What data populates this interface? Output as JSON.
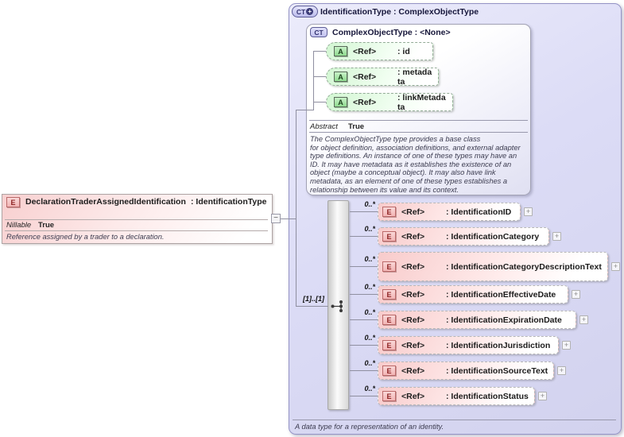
{
  "ui": {
    "expand": "+",
    "collapse": "−"
  },
  "colors": {
    "element_fill": "#f8cbcb",
    "attribute_fill": "#d2f6d2",
    "complex_type_fill": "#dcdcf6",
    "line": "#8f8fa0"
  },
  "left_element": {
    "badge": "E",
    "name": "DeclarationTraderAssignedIdentification",
    "type": ": IdentificationType",
    "nillable_label": "Nillable",
    "nillable_value": "True",
    "description": "Reference assigned by a trader to a declaration."
  },
  "outer_type": {
    "badge": "CT",
    "badge_plus": "+",
    "title": "IdentificationType : ComplexObjectType",
    "footer": "A data type for a representation of an identity."
  },
  "base_type": {
    "badge": "CT",
    "title": "ComplexObjectType : <None>",
    "attributes": [
      {
        "badge": "A",
        "ref": "<Ref>",
        "name": ": id"
      },
      {
        "badge": "A",
        "ref": "<Ref>",
        "name": ": metadata"
      },
      {
        "badge": "A",
        "ref": "<Ref>",
        "name": ": linkMetadata"
      }
    ],
    "abstract_label": "Abstract",
    "abstract_value": "True",
    "description": "The ComplexObjectType type provides a base class\nfor object definition, association definitions, and external adapter type definitions. An instance of one of these types may have an ID. It may have metadata as it establishes the existence of an object (maybe a conceptual object). It may also have link metadata, as an element of one of these types establishes a relationship between its value and its context."
  },
  "sequence": {
    "cardinality": "[1]..[1]",
    "elements": [
      {
        "badge": "E",
        "ref": "<Ref>",
        "name": ": IdentificationID",
        "occurs": "0..*"
      },
      {
        "badge": "E",
        "ref": "<Ref>",
        "name": ": IdentificationCategory",
        "occurs": "0..*"
      },
      {
        "badge": "E",
        "ref": "<Ref>",
        "name": ": IdentificationCategoryDescriptionText",
        "occurs": "0..*"
      },
      {
        "badge": "E",
        "ref": "<Ref>",
        "name": ": IdentificationEffectiveDate",
        "occurs": "0..*"
      },
      {
        "badge": "E",
        "ref": "<Ref>",
        "name": ": IdentificationExpirationDate",
        "occurs": "0..*"
      },
      {
        "badge": "E",
        "ref": "<Ref>",
        "name": ": IdentificationJurisdiction",
        "occurs": "0..*"
      },
      {
        "badge": "E",
        "ref": "<Ref>",
        "name": ": IdentificationSourceText",
        "occurs": "0..*"
      },
      {
        "badge": "E",
        "ref": "<Ref>",
        "name": ": IdentificationStatus",
        "occurs": "0..*"
      }
    ]
  }
}
